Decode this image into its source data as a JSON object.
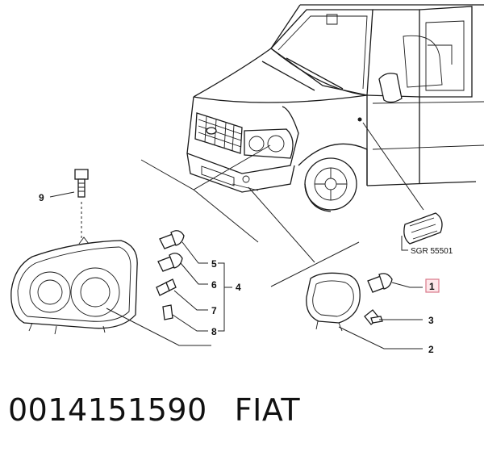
{
  "callouts": {
    "c1": "1",
    "c2": "2",
    "c3": "3",
    "c4": "4",
    "c5": "5",
    "c6": "6",
    "c7": "7",
    "c8": "8",
    "c9": "9"
  },
  "reference_label": "SGR 55501",
  "highlight_color": "#d9788a",
  "footer": {
    "part_number": "0014151590",
    "brand": "FIAT"
  }
}
